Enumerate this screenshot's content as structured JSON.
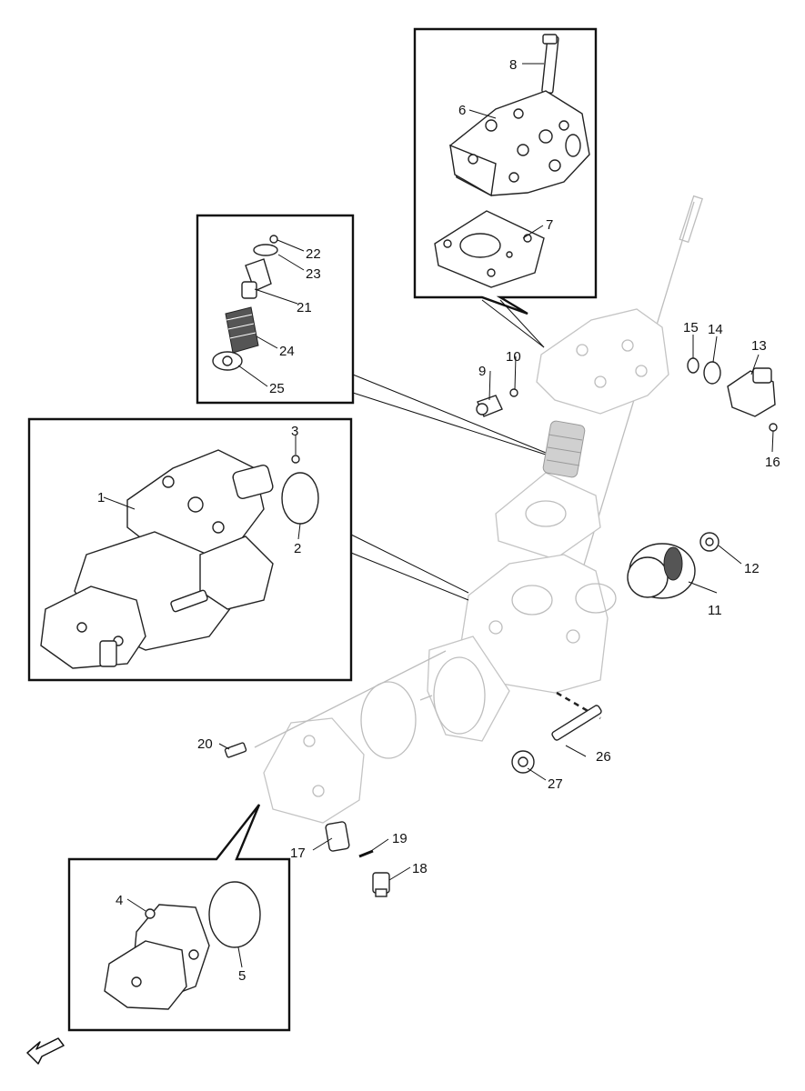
{
  "callouts": [
    {
      "id": "1",
      "label": "1"
    },
    {
      "id": "2",
      "label": "2"
    },
    {
      "id": "3",
      "label": "3"
    },
    {
      "id": "4",
      "label": "4"
    },
    {
      "id": "5",
      "label": "5"
    },
    {
      "id": "6",
      "label": "6"
    },
    {
      "id": "7",
      "label": "7"
    },
    {
      "id": "8",
      "label": "8"
    },
    {
      "id": "9",
      "label": "9"
    },
    {
      "id": "10",
      "label": "10"
    },
    {
      "id": "11",
      "label": "11"
    },
    {
      "id": "12",
      "label": "12"
    },
    {
      "id": "13",
      "label": "13"
    },
    {
      "id": "14",
      "label": "14"
    },
    {
      "id": "15",
      "label": "15"
    },
    {
      "id": "16",
      "label": "16"
    },
    {
      "id": "17",
      "label": "17"
    },
    {
      "id": "18",
      "label": "18"
    },
    {
      "id": "19",
      "label": "19"
    },
    {
      "id": "20",
      "label": "20"
    },
    {
      "id": "21",
      "label": "21"
    },
    {
      "id": "22",
      "label": "22"
    },
    {
      "id": "23",
      "label": "23"
    },
    {
      "id": "24",
      "label": "24"
    },
    {
      "id": "25",
      "label": "25"
    },
    {
      "id": "26",
      "label": "26"
    },
    {
      "id": "27",
      "label": "27"
    }
  ],
  "icons": {
    "direction_arrow": "arrow-down-left-icon"
  }
}
